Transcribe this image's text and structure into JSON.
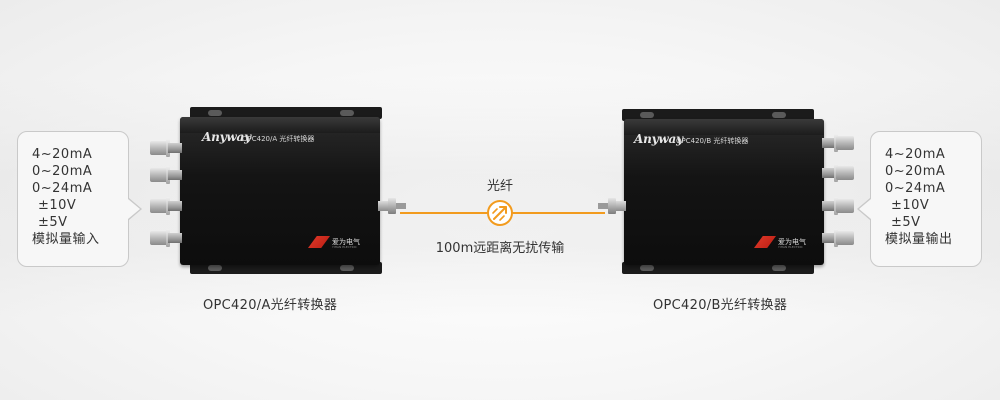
{
  "left_callout": {
    "lines": [
      "4~20mA",
      "0~20mA",
      "0~24mA",
      "±10V",
      "±5V",
      "模拟量输入"
    ]
  },
  "right_callout": {
    "lines": [
      "4~20mA",
      "0~20mA",
      "0~24mA",
      "±10V",
      "±5V",
      "模拟量输出"
    ]
  },
  "device_a": {
    "brand": "Anyway",
    "model": "OPC420/A 光纤转换器",
    "logo_text": "爱为电气",
    "logo_sub": "YIHAN ELECTRIC",
    "caption": "OPC420/A光纤转换器"
  },
  "device_b": {
    "brand": "Anyway",
    "model": "OPC420/B 光纤转换器",
    "logo_text": "爱为电气",
    "logo_sub": "YIHAN ELECTRIC",
    "caption": "OPC420/B光纤转换器"
  },
  "link": {
    "label": "光纤",
    "distance": "100m远距离无扰传输",
    "color": "#f29b1e"
  },
  "icons": [
    "fiber-link-icon",
    "bnc-connector-icon",
    "st-connector-icon",
    "brand-logo-icon"
  ]
}
